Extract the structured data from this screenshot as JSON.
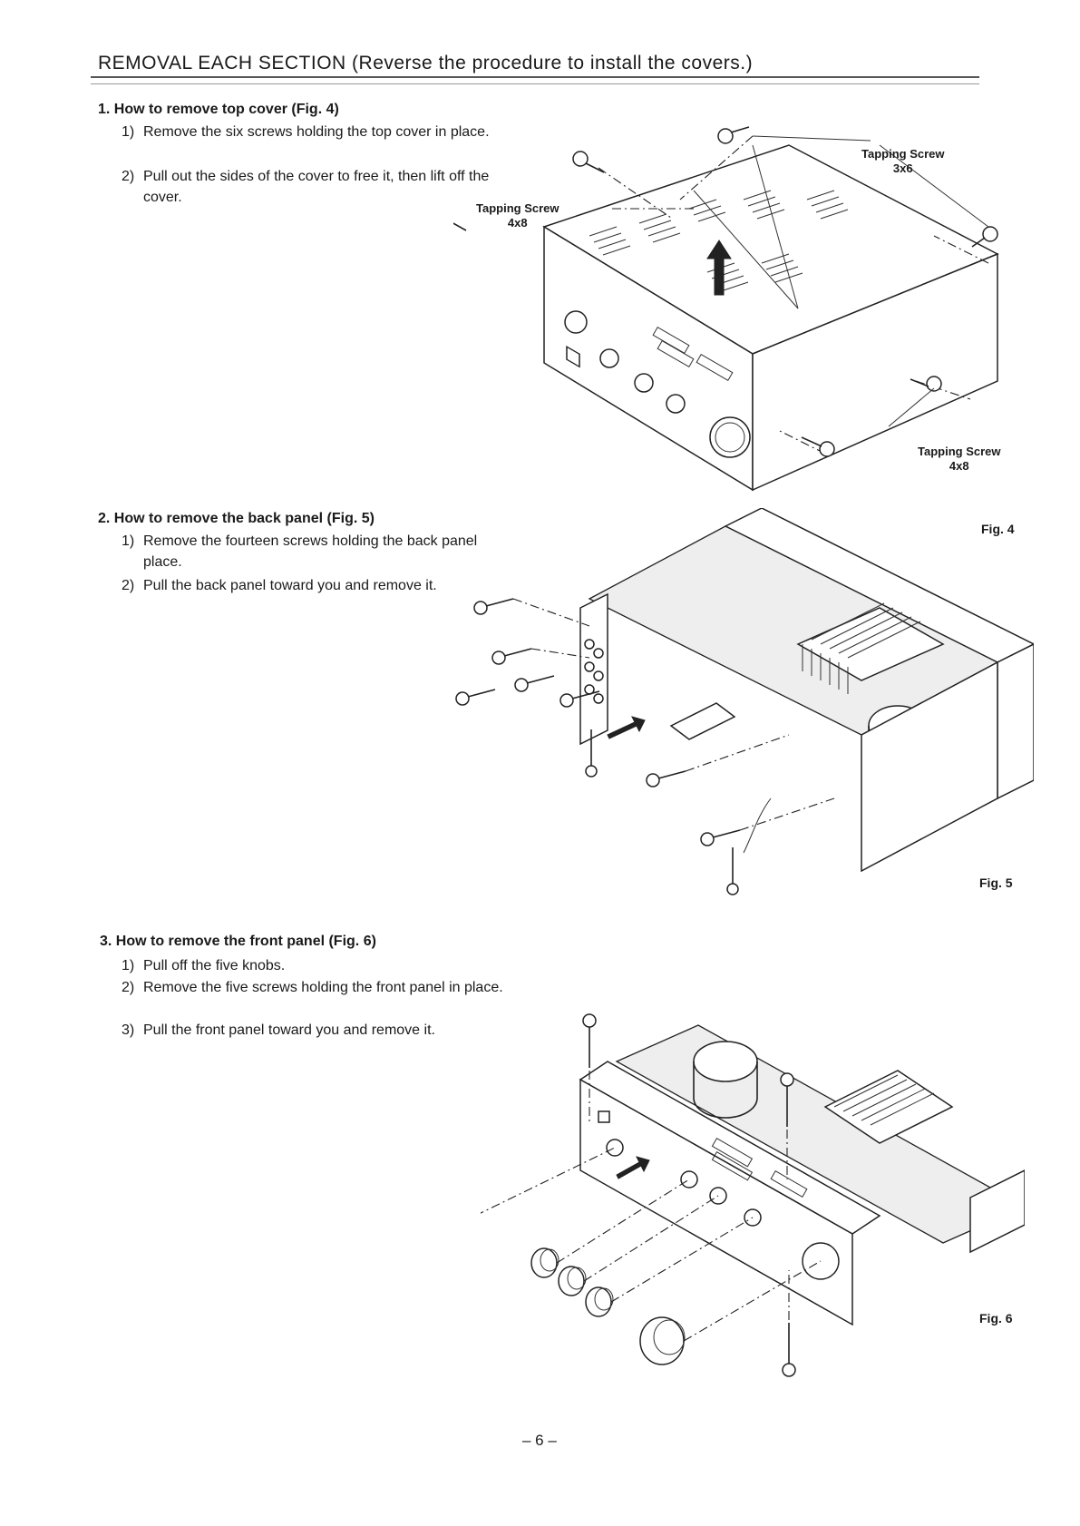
{
  "page_title": "REMOVAL EACH SECTION (Reverse the procedure to install the covers.)",
  "sections": [
    {
      "heading": "1. How to remove top cover (Fig. 4)",
      "steps": [
        {
          "num": "1)",
          "text": "Remove the six screws holding the top cover in place."
        },
        {
          "num": "2)",
          "text": "Pull out the sides of the cover to free it, then lift off the cover."
        }
      ]
    },
    {
      "heading": "2. How to remove the back panel (Fig. 5)",
      "steps": [
        {
          "num": "1)",
          "text": "Remove the fourteen screws holding the back panel place."
        },
        {
          "num": "2)",
          "text": "Pull the back panel toward you and remove it."
        }
      ]
    },
    {
      "heading": "3. How to remove the front panel (Fig. 6)",
      "steps": [
        {
          "num": "1)",
          "text": "Pull off the five knobs."
        },
        {
          "num": "2)",
          "text": "Remove the five screws holding the front panel in place."
        },
        {
          "num": "3)",
          "text": "Pull the front panel toward you and remove it."
        }
      ]
    }
  ],
  "figures": {
    "fig4": {
      "label": "Fig. 4",
      "callouts": [
        {
          "name": "Tapping Screw",
          "size": "3x6"
        },
        {
          "name": "Tapping Screw",
          "size": "4x8"
        },
        {
          "name": "Tapping Screw",
          "size": "4x8"
        }
      ]
    },
    "fig5": {
      "label": "Fig. 5"
    },
    "fig6": {
      "label": "Fig. 6"
    }
  },
  "page_number": "– 6 –"
}
